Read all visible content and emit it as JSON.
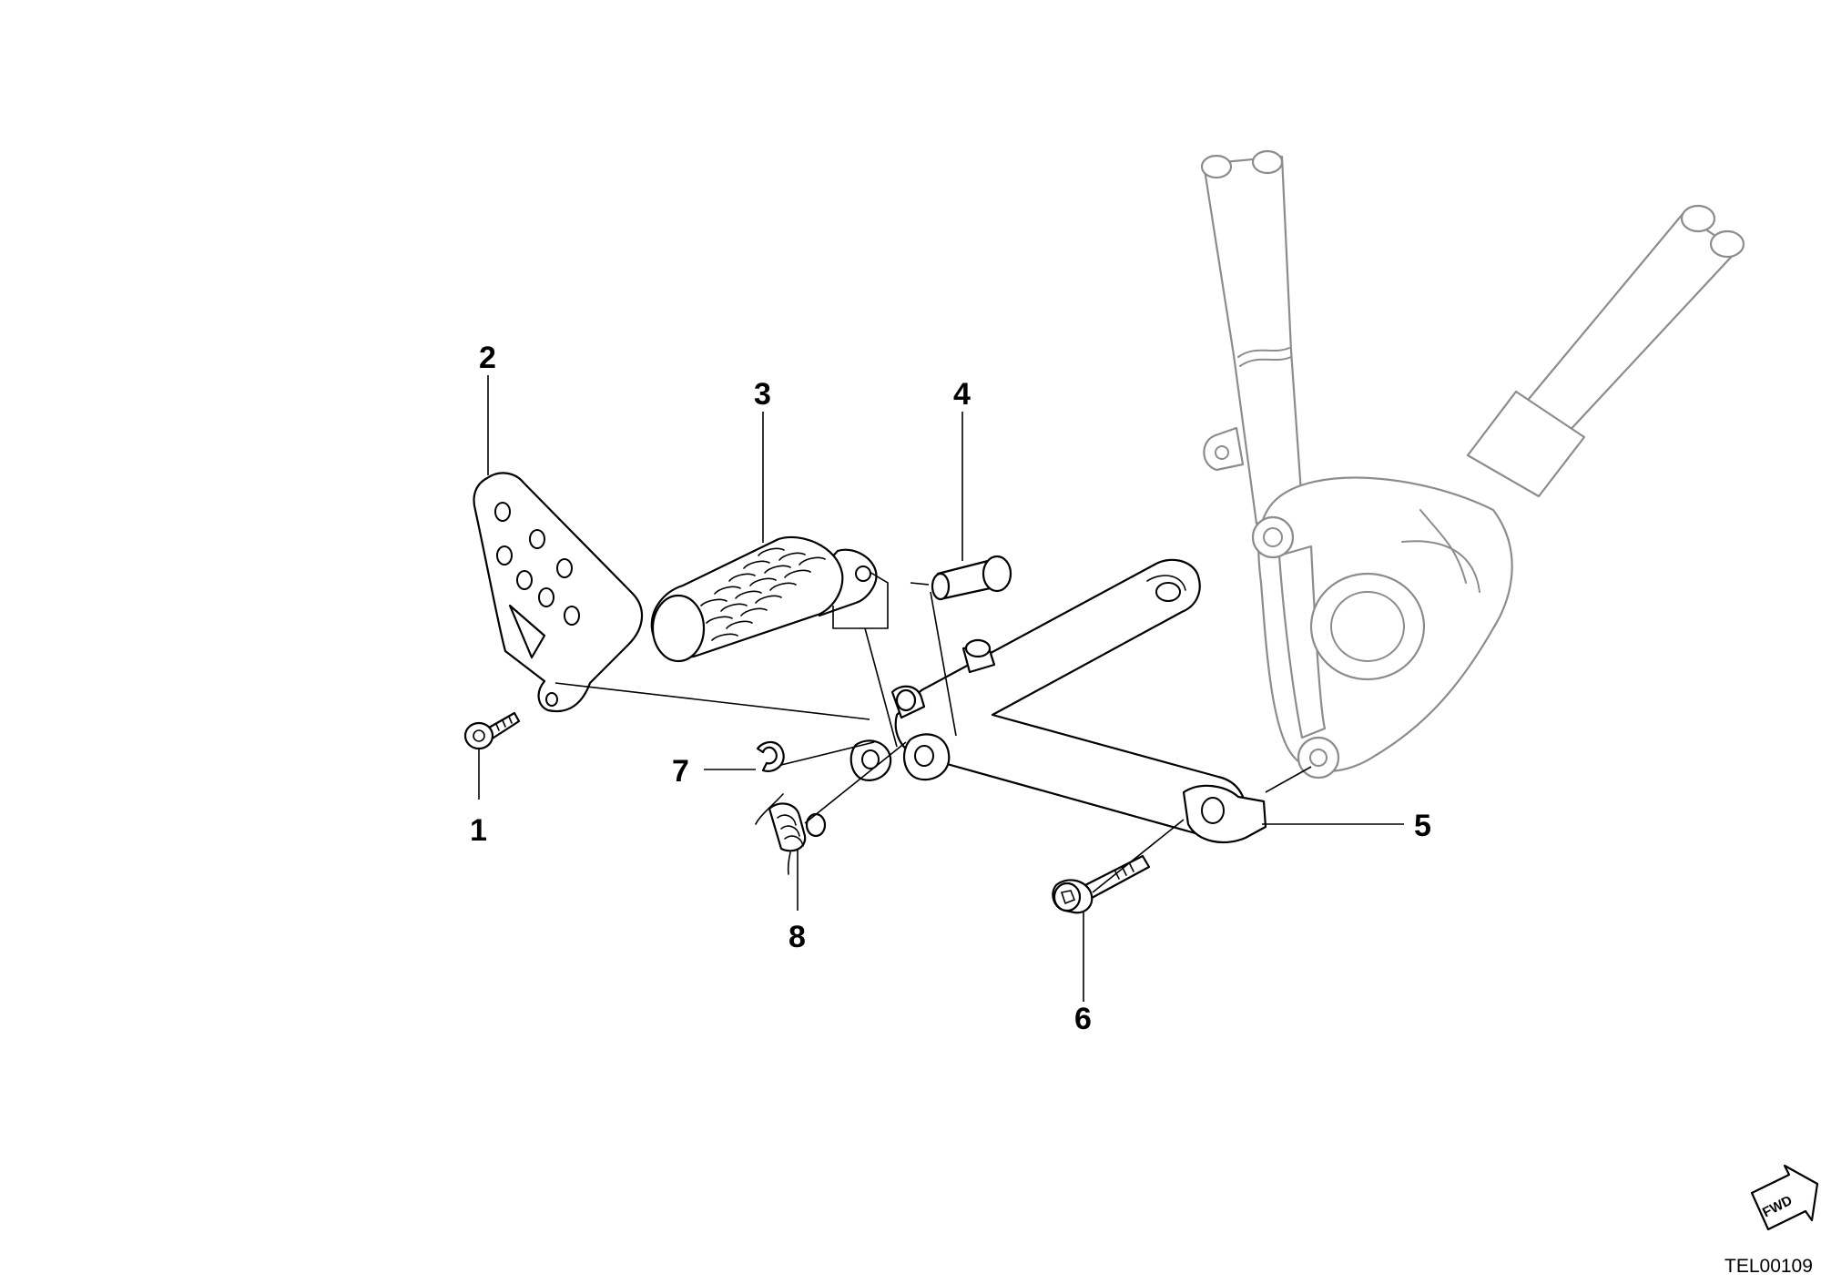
{
  "callouts": [
    {
      "id": "1",
      "label": "1"
    },
    {
      "id": "2",
      "label": "2"
    },
    {
      "id": "3",
      "label": "3"
    },
    {
      "id": "4",
      "label": "4"
    },
    {
      "id": "5",
      "label": "5"
    },
    {
      "id": "6",
      "label": "6"
    },
    {
      "id": "7",
      "label": "7"
    },
    {
      "id": "8",
      "label": "8"
    }
  ],
  "direction_arrow": {
    "label": "FWD",
    "icon": "forward-arrow-icon"
  },
  "reference_code": "TEL00109"
}
